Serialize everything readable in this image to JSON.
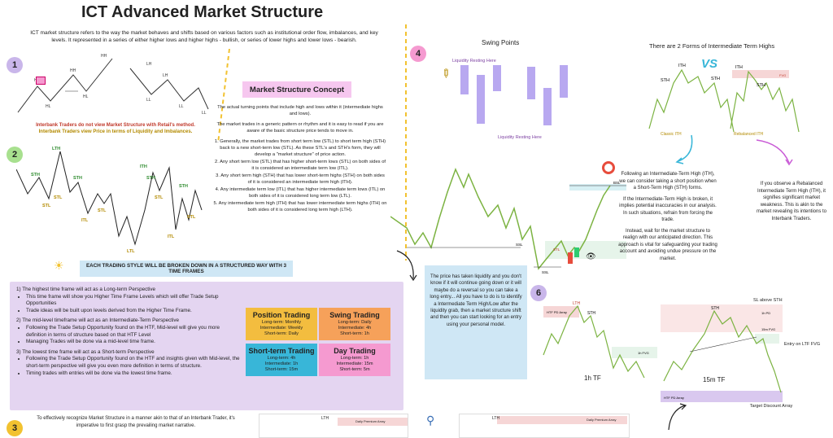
{
  "header": {
    "title": "ICT Advanced Market Structure",
    "intro": "ICT market structure refers to the way the market behaves and shifts based on various factors such as institutional order flow, imbalances, and key levels. It represented in a series of either higher lows and higher highs - bullish, or series of lower highs and lower lows - bearish."
  },
  "section1": {
    "number": "1",
    "bull_labels": [
      "HH",
      "HH",
      "HH",
      "HL",
      "HL"
    ],
    "bear_labels": [
      "LH",
      "LH",
      "LL",
      "LL",
      "LL"
    ],
    "note_red": "Interbank Traders do not view Market Structure with Retail's method.",
    "note_gold": "Interbank Traders view Price in terms of Liquidity and Imbalances."
  },
  "section2": {
    "number": "2",
    "labels": [
      "LTH",
      "STH",
      "STH",
      "STL",
      "STL",
      "ITL",
      "STL",
      "LTL",
      "ITH",
      "STH",
      "STH",
      "STL",
      "ITL",
      "STL"
    ]
  },
  "concept": {
    "title": "Market Structure Concept",
    "lead": "The actual turning points that include high and lows within it (intermediate highs and lows).",
    "para": "The market trades in a generic pattern or rhythm and it is easy to read if you are aware of the basic structure price tends to move in.",
    "rules": [
      "1. Generally, the market trades from short term low (STL) to short term high (STH) back to a new short-term low (STL). As these STL's and STH's form, they will develop a \"market structure\" of price action.",
      "2. Any short term low (STL) that has higher short-term lows (STL) on both sides of it is considered an intermediate term low (ITL).",
      "3. Any short term high (STH) that has lower short-term highs (STH) on both sides of it is considered an intermediate term high (ITH).",
      "4. Any intermediate term low (ITL) that has higher intermediate term lows (ITL) on both sides of it is considered long term low (LTL).",
      "5. Any intermediate term high (ITH) that has lower intermediate term highs (ITH) on both sides of it is considered long term high (LTH)."
    ]
  },
  "banner": "EACH TRADING STYLE WILL BE BROKEN DOWN IN A STRUCTURED WAY WITH 3 TIME FRAMES",
  "timeframes": [
    {
      "heading": "1) The highest time frame will act as a Long-term Perspective",
      "bullets": [
        "This time frame will show you Higher Time Frame Levels which will offer Trade Setup Opportunities",
        "Trade ideas will be built upon levels derived from the Higher Time Frame."
      ]
    },
    {
      "heading": "2) The mid-level timeframe will act as an Intermediate-Term Perspective",
      "bullets": [
        "Following the Trade Setup Opportunity found on the HTF, Mid-level will give you more definition in terms of structure based on that HTF Level",
        "Managing Trades will be done via a mid-level time frame."
      ]
    },
    {
      "heading": "3) The lowest time frame will act as a Short-term Perspective",
      "bullets": [
        "Following the Trade Setup Opportunity found on the HTF and insights given with Mid-level, the short-term perspective will give you even more definition in terms of structure.",
        "Timing trades with entries will be done via the lowest time frame."
      ]
    }
  ],
  "styles": [
    {
      "name": "Position Trading",
      "lines": [
        "Long-term: Monthly",
        "Intermediate: Weekly",
        "Short-term: Daily"
      ],
      "color": "#f3bd3f"
    },
    {
      "name": "Swing Trading",
      "lines": [
        "Long-term: Daily",
        "Intermediate: 4h",
        "Short-term: 1h"
      ],
      "color": "#f6a15a"
    },
    {
      "name": "Short-term Trading",
      "lines": [
        "Long-term: 4h",
        "Intermediate: 1h",
        "Short-term: 15m"
      ],
      "color": "#38b6d8"
    },
    {
      "name": "Day Trading",
      "lines": [
        "Long-term: 1h",
        "Intermediate: 15m",
        "Short-term: 5m"
      ],
      "color": "#f59ad0"
    }
  ],
  "section3": {
    "number": "3",
    "text": "To effectively recognize Market Structure in a manner akin to that of an Interbank Trader, it's imperative to first grasp the prevailing market narrative.",
    "chart_tag": "Daily Premium Array",
    "chart_label": "LTH"
  },
  "section4": {
    "number": "4",
    "title": "Swing Points",
    "top_label": "Liquidity Resting Here",
    "bottom_label": "Liquidity Resting Here",
    "chart_labels": [
      "SSL",
      "STL",
      "SSL",
      "BSL"
    ],
    "blue_box": "The price has taken liquidity and you don't know if it will continue going down or it will maybe do a reversal so you can take a long entry... All you have to do is to identify a Intermediate Term High/Low after the liquidity grab, then a market structure shift and then you can start looking for an entry using your personal model.",
    "chart_tag": "Daily Premium Array",
    "chart_label": "LTH"
  },
  "ith": {
    "title": "There are 2 Forms of Intermediate Term Highs",
    "vs": "VS",
    "left_labels": [
      "ITH",
      "STH",
      "STH"
    ],
    "right_labels": [
      "ITH",
      "STH"
    ],
    "fvg_tag": "FVG",
    "classic": "Classic ITH",
    "rebalanced": "Rebalanced ITH",
    "left_text": [
      "Following an Intermediate-Term High (ITH), we can consider taking a short position when a Short-Term High (STH) forms.",
      "If the Intermediate-Term High is broken, it implies potential inaccuracies in our analysis.",
      "In such situations, refrain from forcing the trade.",
      "Instead, wait for the market structure to realign with our anticipated direction. This approach is vital for safeguarding your trading account and avoiding undue pressure on the market."
    ],
    "right_text": "If you observe a Rebalanced Intermediate Term High (ITH), it signifies significant market weakness. This is akin to the market revealing its intentions to Interbank Traders."
  },
  "section6": {
    "number": "6",
    "left_tf": "1h TF",
    "left_labels": [
      "LTH",
      "STH"
    ],
    "left_tag_top": "HTF PD Array",
    "left_tag_right": "1h FVG",
    "right_tf": "15m TF",
    "right_labels": [
      "STH"
    ],
    "sl_label": "SL above STH",
    "entry_label": "Entry on LTF FVG",
    "target_label": "Target Discount Array",
    "tag_right_top": "1h PD",
    "tag_right_mid": "15m FVG",
    "tag_bottom": "HTF PD Array"
  }
}
